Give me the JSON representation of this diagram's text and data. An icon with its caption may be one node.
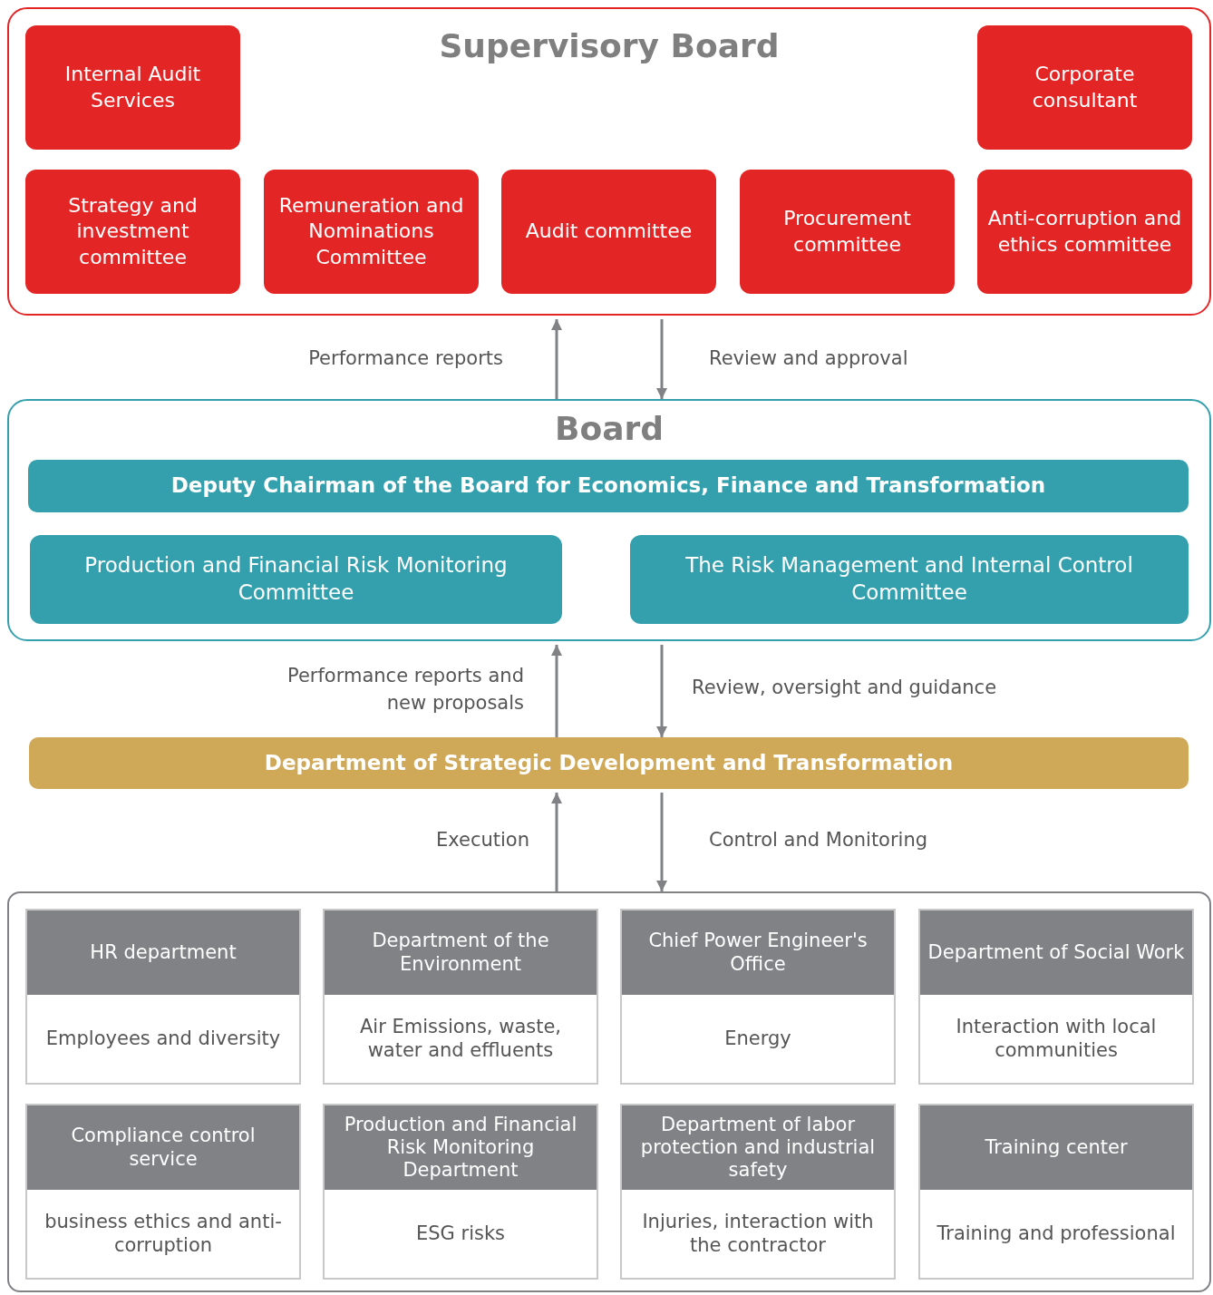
{
  "diagram": {
    "nodes": [
      {
        "text": [
          "Supervisory Board"
        ]
      },
      {
        "text": [
          "Internal Audit Services"
        ],
        "in": 0
      },
      {
        "text": [
          "Corporate consultant"
        ],
        "in": 0
      },
      {
        "text": [
          "Strategy and investment committee"
        ],
        "in": 0
      },
      {
        "text": [
          "Remuneration and Nominations Committee"
        ],
        "in": 0
      },
      {
        "text": [
          "Audit committee"
        ],
        "in": 0
      },
      {
        "text": [
          "Procurement committee"
        ],
        "in": 0
      },
      {
        "text": [
          "Anti-corruption and ethics committee"
        ],
        "in": 0
      },
      {
        "text": [
          "Board"
        ]
      },
      {
        "text": [
          "Deputy Chairman of the Board for Economics, Finance and Transformation"
        ],
        "in": 8
      },
      {
        "text": [
          "Production and Financial Risk Monitoring Committee"
        ],
        "in": 8
      },
      {
        "text": [
          "The Risk Management and Internal Control Committee"
        ],
        "in": 8
      },
      {
        "text": [
          "Department of Strategic Development and Transformation"
        ]
      },
      {
        "text": [],
        "shape": "box"
      },
      {
        "text": [
          "HR department",
          "Employees and diversity"
        ],
        "in": 13
      },
      {
        "text": [
          "Department of the Environment",
          "Air Emissions, waste, water and effluents"
        ],
        "in": 13
      },
      {
        "text": [
          "Chief Power Engineer's Office",
          "Energy"
        ],
        "in": 13
      },
      {
        "text": [
          "Department of Social Work",
          "Interaction with local communities"
        ],
        "in": 13
      },
      {
        "text": [
          "Compliance control service",
          "business ethics and anti-corruption"
        ],
        "in": 13
      },
      {
        "text": [
          "Production and Financial Risk Monitoring Department",
          "ESG risks"
        ],
        "in": 13
      },
      {
        "text": [
          "Department of labor protection and industrial safety",
          "Injuries, interaction with the contractor"
        ],
        "in": 13
      },
      {
        "text": [
          "Training center",
          "Training and professional"
        ],
        "in": 13
      }
    ],
    "edges": [
      {
        "from": 8,
        "to": 0,
        "arrow": "to",
        "label": "Performance reports"
      },
      {
        "from": 0,
        "to": 8,
        "arrow": "to",
        "label": "Review and approval"
      },
      {
        "from": 12,
        "to": 8,
        "arrow": "to",
        "label": "Performance reports and new proposals"
      },
      {
        "from": 8,
        "to": 12,
        "arrow": "to",
        "label": "Review, oversight and guidance"
      },
      {
        "from": 13,
        "to": 12,
        "arrow": "to",
        "label": "Execution"
      },
      {
        "from": 12,
        "to": 13,
        "arrow": "to",
        "label": "Control and Monitoring"
      }
    ]
  }
}
